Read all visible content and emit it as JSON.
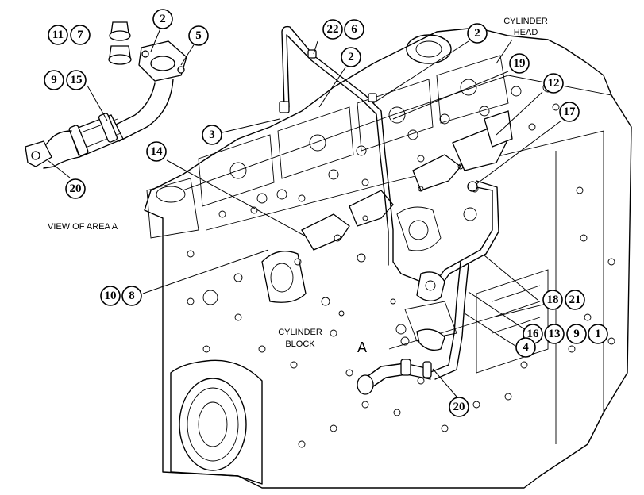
{
  "labels": {
    "cylinder_head": [
      "CYLINDER",
      "HEAD"
    ],
    "cylinder_block": [
      "CYLINDER",
      "BLOCK"
    ],
    "view_of_area": "VIEW OF AREA A",
    "area_marker": "A"
  },
  "callouts": {
    "c11": "11",
    "c7": "7",
    "c2a": "2",
    "c5": "5",
    "c9a": "9",
    "c15": "15",
    "c20a": "20",
    "c22": "22",
    "c6": "6",
    "c2b": "2",
    "c2c": "2",
    "c19": "19",
    "c12": "12",
    "c17": "17",
    "c3": "3",
    "c14": "14",
    "c10": "10",
    "c8": "8",
    "c18": "18",
    "c21": "21",
    "c16": "16",
    "c13": "13",
    "c9b": "9",
    "c1": "1",
    "c4": "4",
    "c20b": "20"
  }
}
